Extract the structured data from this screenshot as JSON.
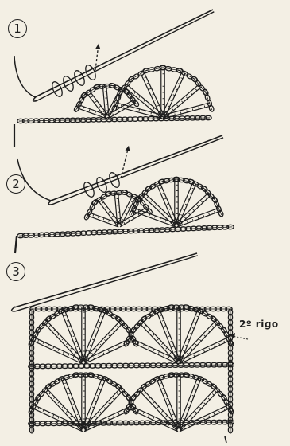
{
  "steps": [
    {
      "number": "1"
    },
    {
      "number": "2"
    },
    {
      "number": "3"
    }
  ],
  "row_label": "2º rigo",
  "colors": {
    "ink": "#1d1d1d",
    "paper": "#f3efe4"
  }
}
